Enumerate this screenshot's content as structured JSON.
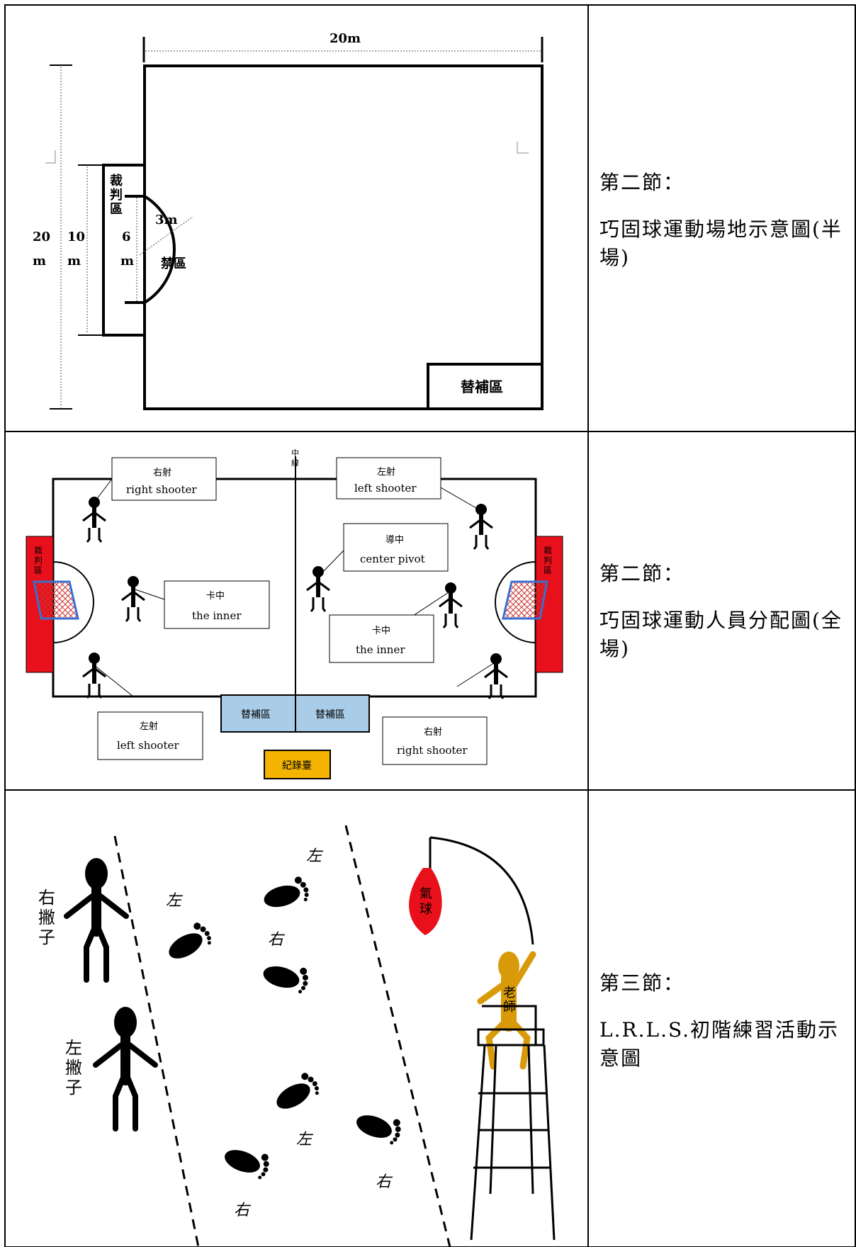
{
  "rows": [
    {
      "section": "第二節：",
      "description": "巧固球運動場地示意圖(半場)",
      "figure": {
        "width_label": "20m",
        "height_label_a": [
          "20",
          "m"
        ],
        "height_label_b": [
          "10",
          "m"
        ],
        "height_label_c": [
          "6",
          "m"
        ],
        "radius_label": "3m",
        "referee_zone": [
          "裁",
          "判",
          "區"
        ],
        "forbidden_zone": "禁區",
        "sub_zone": "替補區"
      }
    },
    {
      "section": "第二節：",
      "description": "巧固球運動人員分配圖(全場)",
      "figure": {
        "midline": [
          "中",
          "線"
        ],
        "referee_zone": [
          "裁",
          "判",
          "區"
        ],
        "boxes": [
          {
            "zh": "右射",
            "en": "right shooter"
          },
          {
            "zh": "左射",
            "en": "left shooter"
          },
          {
            "zh": "導中",
            "en": "center pivot"
          },
          {
            "zh": "卡中",
            "en": "the inner"
          },
          {
            "zh": "卡中",
            "en": "the inner"
          },
          {
            "zh": "左射",
            "en": "left shooter"
          },
          {
            "zh": "右射",
            "en": "right shooter"
          }
        ],
        "sub_zone": "替補區",
        "record_table": "紀錄臺",
        "colors": {
          "referee": "#e8101a",
          "sub": "#a9cde8",
          "record": "#f5b400"
        }
      }
    },
    {
      "section": "第三節：",
      "description": "L.R.L.S.初階練習活動示意圖",
      "figure": {
        "right_player": [
          "右",
          "撇",
          "子"
        ],
        "left_player": [
          "左",
          "撇",
          "子"
        ],
        "balloon": [
          "氣",
          "球"
        ],
        "teacher": [
          "老",
          "師"
        ],
        "foot_labels": [
          "左",
          "左",
          "右",
          "左",
          "右",
          "右"
        ],
        "colors": {
          "balloon": "#e8101a",
          "teacher": "#d99a0a"
        }
      }
    }
  ]
}
